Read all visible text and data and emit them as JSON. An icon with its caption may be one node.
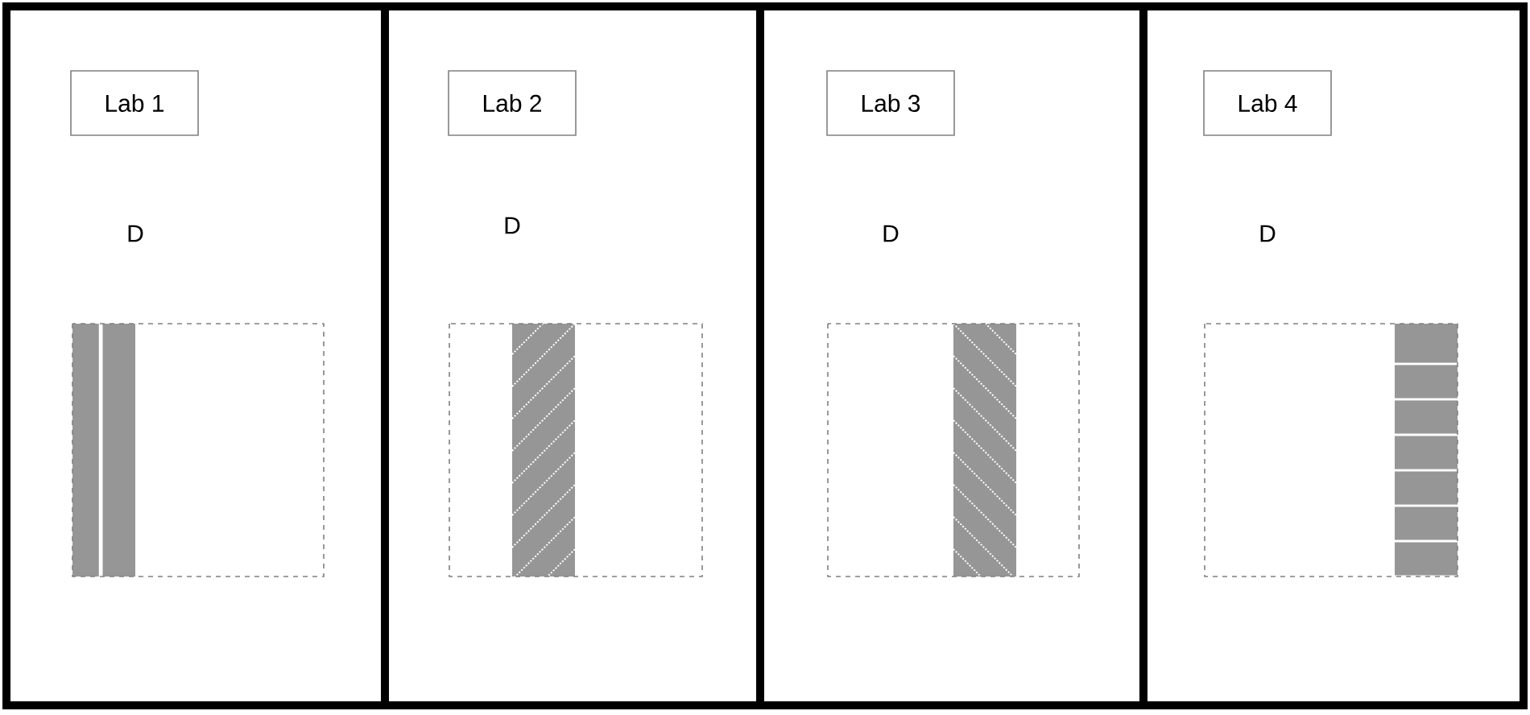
{
  "diagram": {
    "nodes": [
      {
        "text": [
          "Lab 1"
        ]
      },
      {
        "text": [
          "Lab 2"
        ]
      },
      {
        "text": [
          "Lab 3"
        ]
      },
      {
        "text": [
          "Lab 4"
        ]
      }
    ],
    "labels": [
      "D",
      "D",
      "D",
      "D"
    ]
  }
}
